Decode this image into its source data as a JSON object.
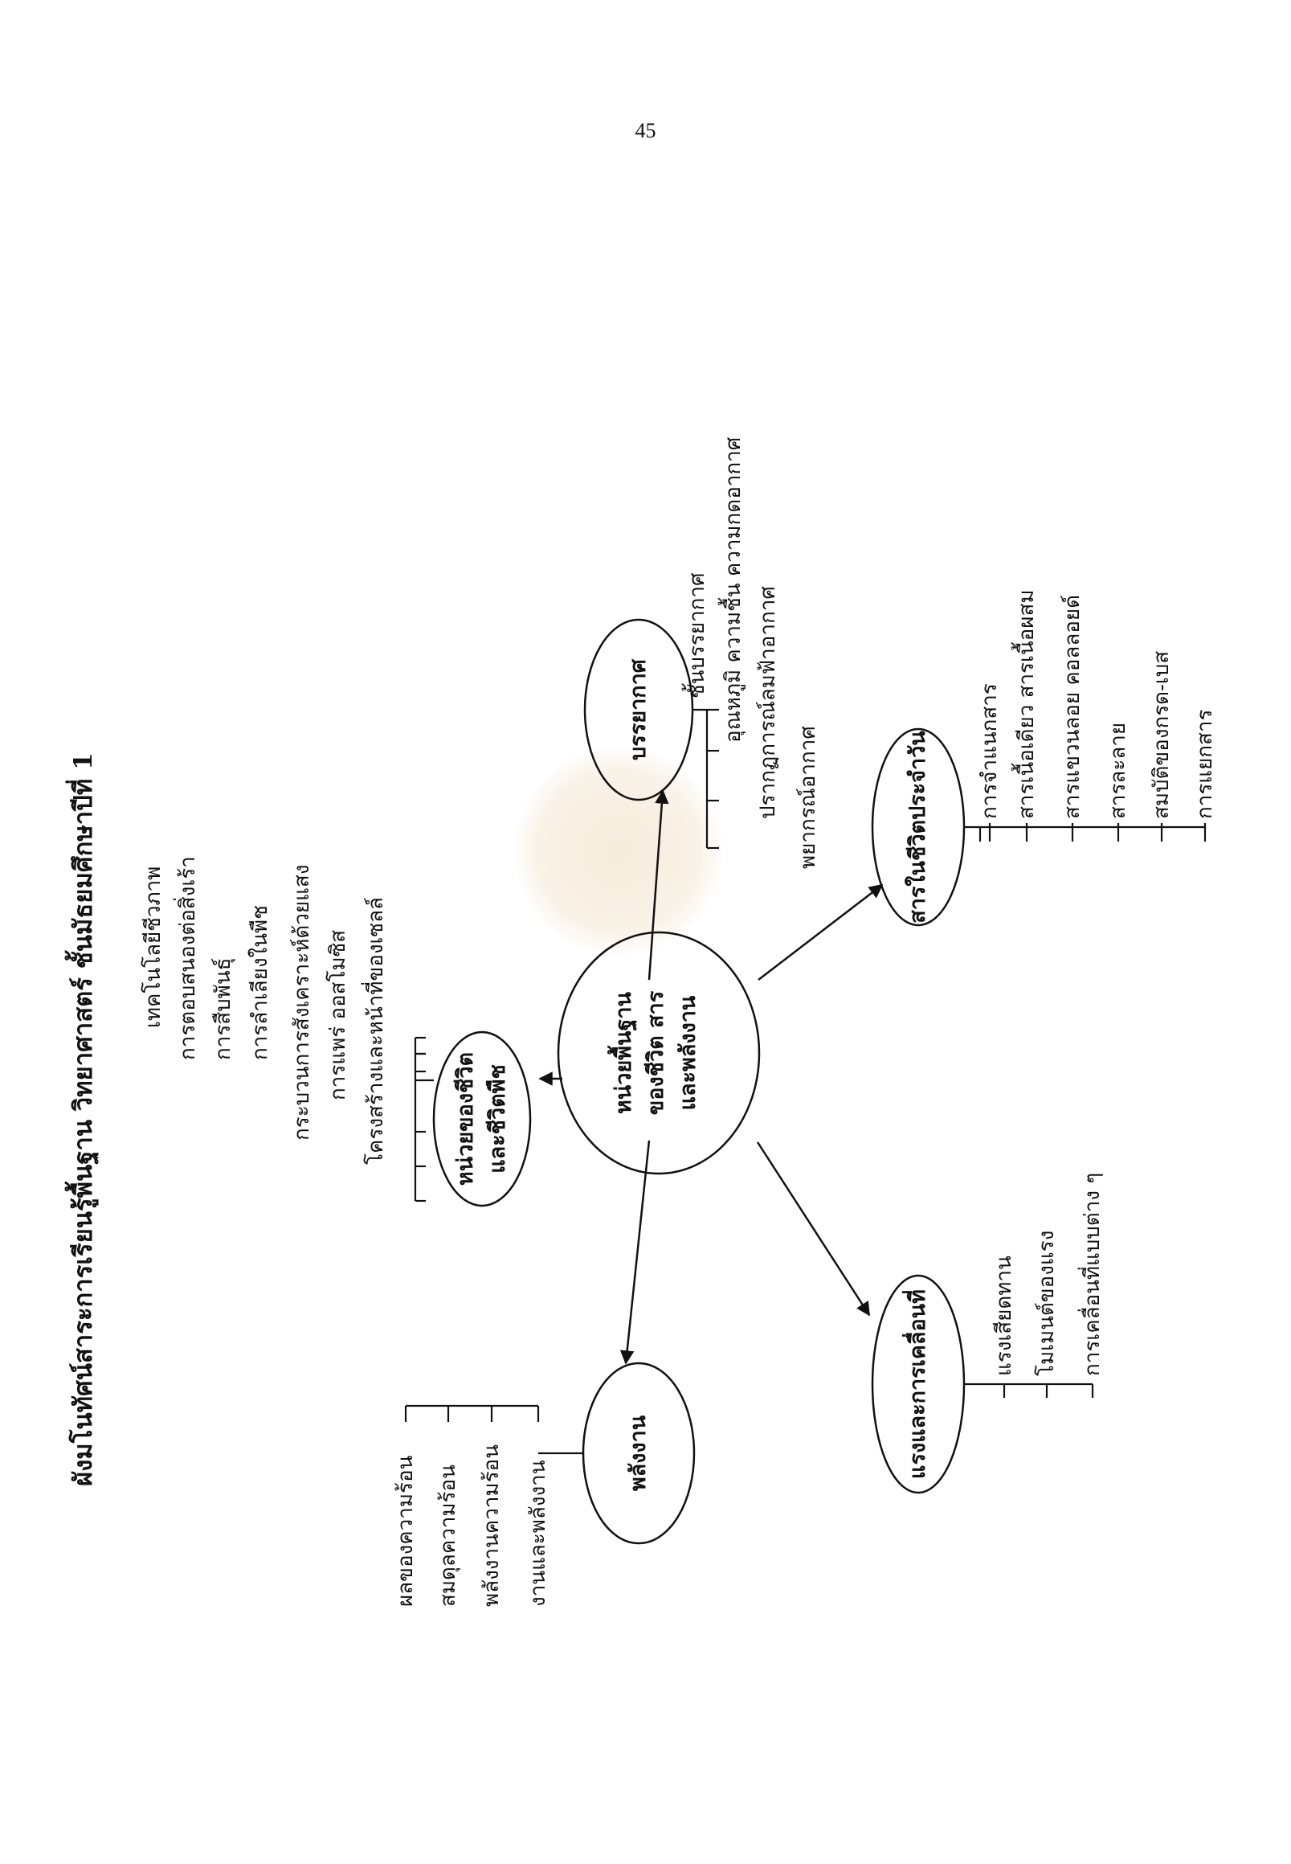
{
  "page_number": "45",
  "title": "ผังมโนทัศน์สาระการเรียนรู้พื้นฐาน  วิทยาศาสตร์ ชั้นมัธยมศึกษาปีที่ 1",
  "center": {
    "line1": "หน่วยพื้นฐาน",
    "line2": "ของชีวิต  สาร",
    "line3": "และพลังงาน"
  },
  "nodes": {
    "plants": {
      "line1": "หน่วยของชีวิต",
      "line2": "และชีวิตพืช",
      "items": [
        "เทคโนโลยีชีวภาพ",
        "การตอบสนองต่อสิ่งเร้า",
        "การสืบพันธุ์",
        "การลำเลียงในพืช",
        "กระบวนการสังเคราะห์ด้วยแสง",
        "การแพร่  ออสโมซิส",
        "โครงสร้างและหน้าที่ของเซลล์"
      ]
    },
    "atmosphere": {
      "label": "บรรยากาศ",
      "items": [
        "ชั้นบรรยากาศ",
        "อุณหภูมิ  ความชื้น  ความกดอากาศ",
        "ปรากฏการณ์ลมฟ้าอากาศ",
        "พยากรณ์อากาศ"
      ]
    },
    "substances": {
      "label": "สารในชีวิตประจำวัน",
      "items": [
        "การจำแนกสาร",
        "สารเนื้อเดียว  สารเนื้อผสม",
        "สารแขวนลอย  คอลลอยด์",
        "สารละลาย",
        "สมบัติของกรด-เบส",
        "การแยกสาร"
      ]
    },
    "energy": {
      "label": "พลังงาน",
      "items": [
        "ผลของความร้อน",
        "สมดุลความร้อน",
        "พลังงานความร้อน",
        "งานและพลังงาน"
      ]
    },
    "forces": {
      "label": "แรงและการเคลื่อนที่",
      "items": [
        "แรงเสียดทาน",
        "โมเมนต์ของแรง",
        "การเคลื่อนที่แบบต่าง ๆ"
      ]
    }
  }
}
